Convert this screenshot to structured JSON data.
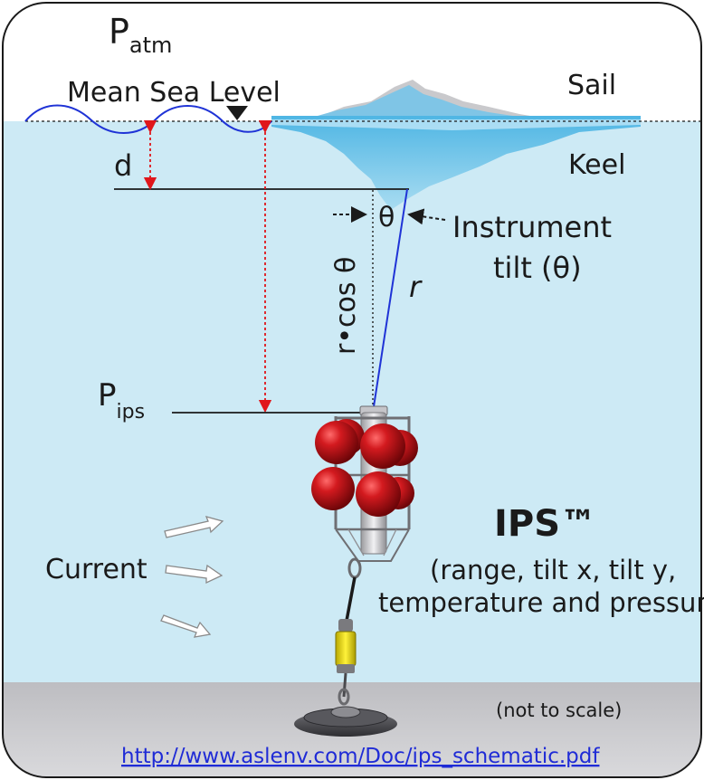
{
  "labels": {
    "p_atm_main": "P",
    "p_atm_sub": "atm",
    "mean_sea_level": "Mean Sea Level",
    "sail": "Sail",
    "keel": "Keel",
    "d": "d",
    "theta": "θ",
    "instrument_line1": "Instrument",
    "instrument_line2": "tilt (θ)",
    "r": "r",
    "r_cos_theta": "r•cos θ",
    "p_ips_main": "P",
    "p_ips_sub": "ips",
    "ips_title": "IPS™",
    "ips_desc_line1": "(range, tilt x, tilt y,",
    "ips_desc_line2": "temperature and pressure)",
    "current": "Current",
    "not_to_scale": "(not to scale)",
    "url": "http://www.aslenv.com/Doc/ips_schematic.pdf"
  },
  "colors": {
    "water": "#cdeaf5",
    "seabed": "#cfcfd2",
    "ice": "#7ecbea",
    "float_red": "#c8141b",
    "measure_red": "#e0161b",
    "tether_blue": "#1f33d6",
    "link_blue": "#1f2bd6"
  }
}
